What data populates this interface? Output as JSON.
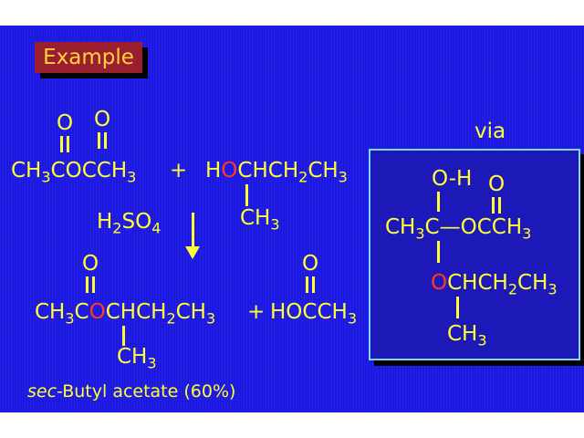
{
  "title": "Example",
  "via": "via",
  "reactant1": {
    "o_a": "O",
    "o_b": "O",
    "ch": "CH",
    "s1": "3",
    "mid": "COCCH",
    "s2": "3"
  },
  "plus1": "+",
  "reactant2": {
    "h": "H",
    "o": "O",
    "chch": "CHCH",
    "s1": "2",
    "ch3": "CH",
    "s2": "3",
    "branch": "CH",
    "bs": "3"
  },
  "reagent": {
    "h": "H",
    "s1": "2",
    "so": "SO",
    "s2": "4"
  },
  "product1": {
    "o_top": "O",
    "ch": "CH",
    "s1": "3",
    "c": "C",
    "o": "O",
    "chch": "CHCH",
    "s2": "2",
    "ch3": "CH",
    "s3": "3",
    "branch": "CH",
    "bs": "3"
  },
  "plus2": "+",
  "product2": {
    "o_top": "O",
    "text": "HOCCH",
    "s": "3"
  },
  "intermediate": {
    "oh": "O-H",
    "o_top": "O",
    "ch": "CH",
    "s1": "3",
    "c": "C",
    "dash": "—",
    "occh": "OCCH",
    "s2": "3",
    "o": "O",
    "chch": "CHCH",
    "s3": "2",
    "ch3": "CH",
    "s4": "3",
    "branch": "CH",
    "bs": "3"
  },
  "caption": {
    "prefix": "sec",
    "rest": "-Butyl acetate (60%)"
  }
}
